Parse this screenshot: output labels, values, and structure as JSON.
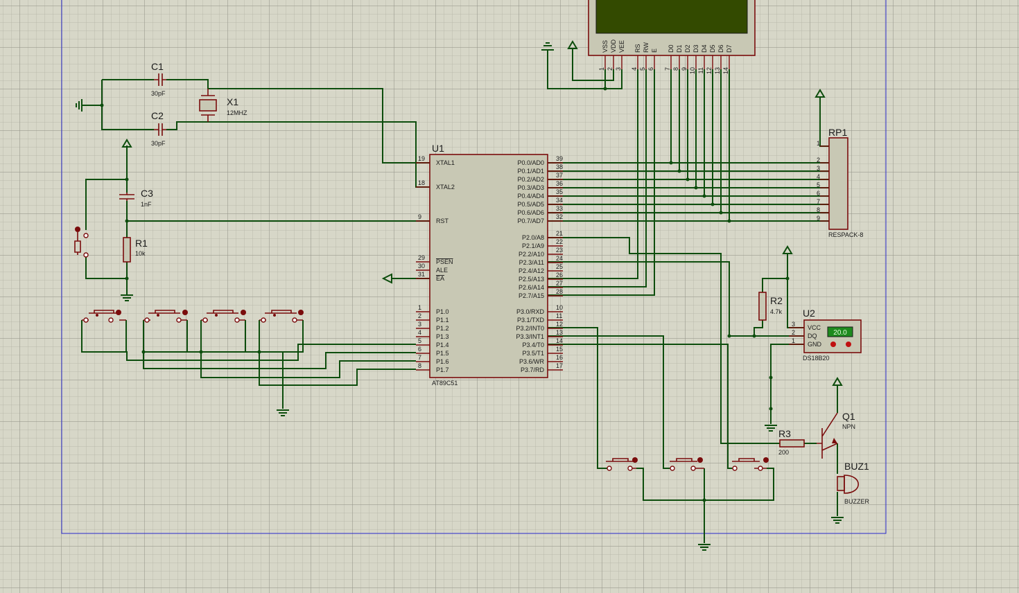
{
  "components": {
    "c1": {
      "ref": "C1",
      "value": "30pF"
    },
    "c2": {
      "ref": "C2",
      "value": "30pF"
    },
    "c3": {
      "ref": "C3",
      "value": "1nF"
    },
    "x1": {
      "ref": "X1",
      "value": "12MHZ"
    },
    "r1": {
      "ref": "R1",
      "value": "10k"
    },
    "r2": {
      "ref": "R2",
      "value": "4.7k"
    },
    "r3": {
      "ref": "R3",
      "value": "200"
    },
    "u1": {
      "ref": "U1",
      "part": "AT89C51"
    },
    "u2": {
      "ref": "U2",
      "part": "DS18B20",
      "display": "20.0"
    },
    "rp1": {
      "ref": "RP1",
      "part": "RESPACK-8"
    },
    "q1": {
      "ref": "Q1",
      "part": "NPN"
    },
    "buz1": {
      "ref": "BUZ1",
      "part": "BUZZER"
    }
  },
  "mcu_pins": {
    "left": [
      {
        "num": "19",
        "name": "XTAL1"
      },
      {
        "num": "18",
        "name": "XTAL2"
      },
      {
        "num": "9",
        "name": "RST"
      },
      {
        "num": "29",
        "name": "PSEN"
      },
      {
        "num": "30",
        "name": "ALE"
      },
      {
        "num": "31",
        "name": "EA"
      },
      {
        "num": "1",
        "name": "P1.0"
      },
      {
        "num": "2",
        "name": "P1.1"
      },
      {
        "num": "3",
        "name": "P1.2"
      },
      {
        "num": "4",
        "name": "P1.3"
      },
      {
        "num": "5",
        "name": "P1.4"
      },
      {
        "num": "6",
        "name": "P1.5"
      },
      {
        "num": "7",
        "name": "P1.6"
      },
      {
        "num": "8",
        "name": "P1.7"
      }
    ],
    "right": [
      {
        "num": "39",
        "name": "P0.0/AD0"
      },
      {
        "num": "38",
        "name": "P0.1/AD1"
      },
      {
        "num": "37",
        "name": "P0.2/AD2"
      },
      {
        "num": "36",
        "name": "P0.3/AD3"
      },
      {
        "num": "35",
        "name": "P0.4/AD4"
      },
      {
        "num": "34",
        "name": "P0.5/AD5"
      },
      {
        "num": "33",
        "name": "P0.6/AD6"
      },
      {
        "num": "32",
        "name": "P0.7/AD7"
      },
      {
        "num": "21",
        "name": "P2.0/A8"
      },
      {
        "num": "22",
        "name": "P2.1/A9"
      },
      {
        "num": "23",
        "name": "P2.2/A10"
      },
      {
        "num": "24",
        "name": "P2.3/A11"
      },
      {
        "num": "25",
        "name": "P2.4/A12"
      },
      {
        "num": "26",
        "name": "P2.5/A13"
      },
      {
        "num": "27",
        "name": "P2.6/A14"
      },
      {
        "num": "28",
        "name": "P2.7/A15"
      },
      {
        "num": "10",
        "name": "P3.0/RXD"
      },
      {
        "num": "11",
        "name": "P3.1/TXD"
      },
      {
        "num": "12",
        "name": "P3.2/INT0"
      },
      {
        "num": "13",
        "name": "P3.3/INT1"
      },
      {
        "num": "14",
        "name": "P3.4/T0"
      },
      {
        "num": "15",
        "name": "P3.5/T1"
      },
      {
        "num": "16",
        "name": "P3.6/WR"
      },
      {
        "num": "17",
        "name": "P3.7/RD"
      }
    ]
  },
  "lcd_pins": [
    {
      "num": "1",
      "name": "VSS"
    },
    {
      "num": "2",
      "name": "VDD"
    },
    {
      "num": "3",
      "name": "VEE"
    },
    {
      "num": "4",
      "name": "RS"
    },
    {
      "num": "5",
      "name": "RW"
    },
    {
      "num": "6",
      "name": "E"
    },
    {
      "num": "7",
      "name": "D0"
    },
    {
      "num": "8",
      "name": "D1"
    },
    {
      "num": "9",
      "name": "D2"
    },
    {
      "num": "10",
      "name": "D3"
    },
    {
      "num": "11",
      "name": "D4"
    },
    {
      "num": "12",
      "name": "D5"
    },
    {
      "num": "13",
      "name": "D6"
    },
    {
      "num": "14",
      "name": "D7"
    }
  ],
  "respack_pins": [
    "1",
    "2",
    "3",
    "4",
    "5",
    "6",
    "7",
    "8",
    "9"
  ],
  "ds18b20_pins": [
    {
      "num": "3",
      "name": "VCC"
    },
    {
      "num": "2",
      "name": "DQ"
    },
    {
      "num": "1",
      "name": "GND"
    }
  ],
  "colors": {
    "wire": "#0d4d0d",
    "body": "#7a0c0c",
    "lcd_screen": "#334a00",
    "sensor_display": "#1d8a1d"
  }
}
